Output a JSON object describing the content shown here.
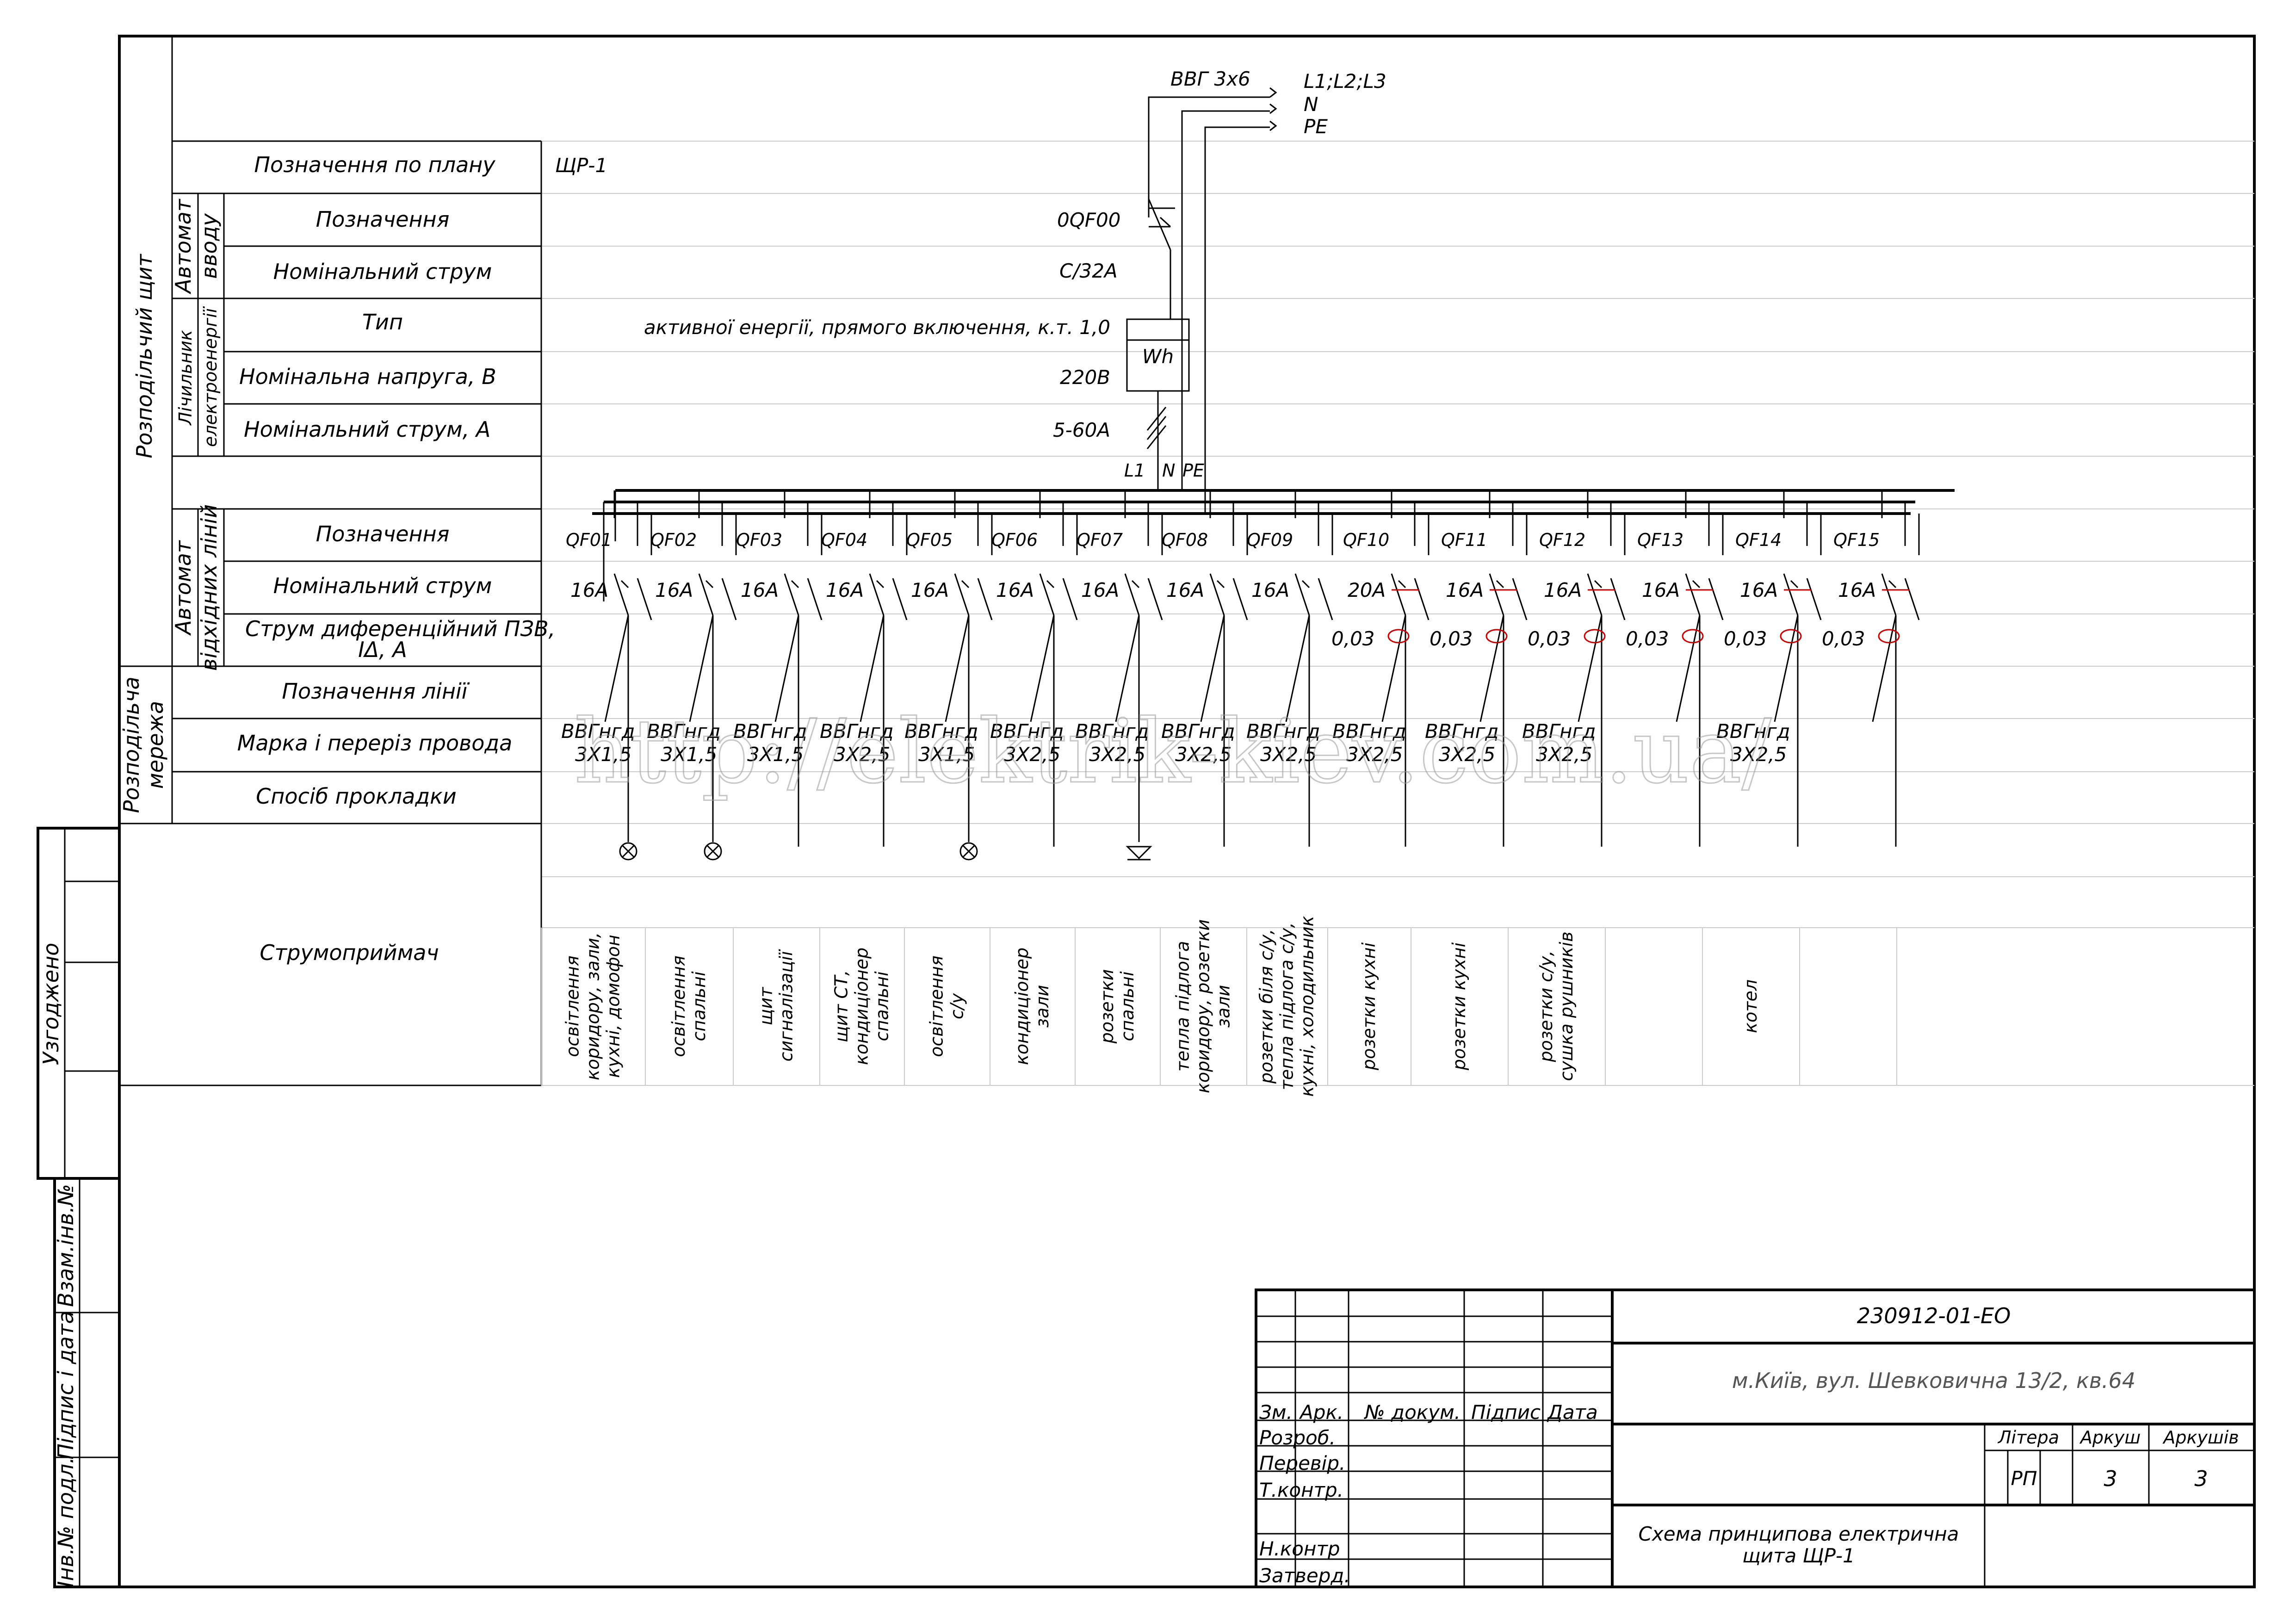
{
  "labels": {
    "plan_designation": "Позначення по плану",
    "designation": "Позначення",
    "rated_current": "Номінальний струм",
    "type": "Тип",
    "rated_voltage": "Номінальна напруга, В",
    "rated_current_a": "Номінальний струм, А",
    "outgoing_designation": "Позначення",
    "outgoing_current": "Номінальний струм",
    "rcd_current_1": "Струм диференційний ПЗВ,",
    "rcd_current_2": "IΔ, А",
    "line_designation": "Позначення лінії",
    "wire_grade": "Марка і переріз провода",
    "laying_method": "Спосіб прокладки",
    "consumer": "Струмоприймач",
    "group_panel": "Розподільчий щит",
    "group_input_1": "Автомат",
    "group_input_2": "вводу",
    "group_meter_1": "Лічильник",
    "group_meter_2": "електроенергії",
    "group_outgoing_1": "Автомат",
    "group_outgoing_2": "відхідних ліній",
    "group_network_1": "Розподільча",
    "group_network_2": "мережа"
  },
  "side_stamp": {
    "agreed": "Узгоджено",
    "inv_vzam": "Взам.інв.№",
    "sign_date": "Підпис і дата",
    "inv_podl": "Інв.№ подл."
  },
  "panel": {
    "name": "ЩР-1",
    "feed_cable": "ВВГ 3х6",
    "feed_phase": "L1;L2;L3",
    "feed_n": "N",
    "feed_pe": "PE",
    "input_breaker": "0QF00",
    "input_rating": "С/32А",
    "meter_type": "активної енергії, прямого включення, к.т. 1,0",
    "meter_symbol": "Wh",
    "meter_voltage": "220В",
    "meter_current": "5-60А",
    "bus_l1": "L1",
    "bus_n": "N",
    "bus_pe": "PE"
  },
  "circuits": [
    {
      "id": "QF01",
      "rating": "16А",
      "rcd": "",
      "cable_1": "ВВГнгд",
      "cable_2": "3Х1,5",
      "load": "lamp",
      "consumer": [
        "освітлення",
        "коридору, зали,",
        "кухні, домофон"
      ]
    },
    {
      "id": "QF02",
      "rating": "16А",
      "rcd": "",
      "cable_1": "ВВГнгд",
      "cable_2": "3Х1,5",
      "load": "lamp",
      "consumer": [
        "освітлення",
        "спальні"
      ]
    },
    {
      "id": "QF03",
      "rating": "16А",
      "rcd": "",
      "cable_1": "ВВГнгд",
      "cable_2": "3Х1,5",
      "load": "",
      "consumer": [
        "щит",
        "сигналізації"
      ]
    },
    {
      "id": "QF04",
      "rating": "16А",
      "rcd": "",
      "cable_1": "ВВГнгд",
      "cable_2": "3Х2,5",
      "load": "",
      "consumer": [
        "щит СТ,",
        "кондиціонер",
        "спальні"
      ]
    },
    {
      "id": "QF05",
      "rating": "16А",
      "rcd": "",
      "cable_1": "ВВГнгд",
      "cable_2": "3Х1,5",
      "load": "lamp",
      "consumer": [
        "освітлення",
        "с/у"
      ]
    },
    {
      "id": "QF06",
      "rating": "16А",
      "rcd": "",
      "cable_1": "ВВГнгд",
      "cable_2": "3Х2,5",
      "load": "",
      "consumer": [
        "кондиціонер",
        "зали"
      ]
    },
    {
      "id": "QF07",
      "rating": "16А",
      "rcd": "",
      "cable_1": "ВВГнгд",
      "cable_2": "3Х2,5",
      "load": "socket",
      "consumer": [
        "розетки",
        "спальні"
      ]
    },
    {
      "id": "QF08",
      "rating": "16А",
      "rcd": "",
      "cable_1": "ВВГнгд",
      "cable_2": "3Х2,5",
      "load": "",
      "consumer": [
        "тепла підлога",
        "коридору, розетки",
        "зали"
      ]
    },
    {
      "id": "QF09",
      "rating": "16А",
      "rcd": "",
      "cable_1": "ВВГнгд",
      "cable_2": "3Х2,5",
      "load": "",
      "consumer": [
        "розетки біля с/у,",
        "тепла підлога с/у,",
        "кухні, холодильник"
      ]
    },
    {
      "id": "QF10",
      "rating": "20А",
      "rcd": "0,03",
      "cable_1": "ВВГнгд",
      "cable_2": "3Х2,5",
      "load": "",
      "consumer": [
        "розетки кухні"
      ]
    },
    {
      "id": "QF11",
      "rating": "16А",
      "rcd": "0,03",
      "cable_1": "ВВГнгд",
      "cable_2": "3Х2,5",
      "load": "",
      "consumer": [
        "розетки кухні"
      ]
    },
    {
      "id": "QF12",
      "rating": "16А",
      "rcd": "0,03",
      "cable_1": "ВВГнгд",
      "cable_2": "3Х2,5",
      "load": "",
      "consumer": [
        "розетки с/у,",
        "сушка рушників"
      ]
    },
    {
      "id": "QF13",
      "rating": "16А",
      "rcd": "0,03",
      "cable_1": "",
      "cable_2": "",
      "load": "",
      "consumer": []
    },
    {
      "id": "QF14",
      "rating": "16А",
      "rcd": "0,03",
      "cable_1": "ВВГнгд",
      "cable_2": "3Х2,5",
      "load": "",
      "consumer": [
        "котел"
      ]
    },
    {
      "id": "QF15",
      "rating": "16А",
      "rcd": "0,03",
      "cable_1": "",
      "cable_2": "",
      "load": "",
      "consumer": []
    }
  ],
  "title_block": {
    "doc_code": "230912-01-ЕО",
    "address": "м.Київ, вул. Шевковична 13/2, кв.64",
    "col_zm": "Зм.",
    "col_ark": "Арк.",
    "col_doc": "№ докум.",
    "col_sign": "Підпис",
    "col_date": "Дата",
    "row_developed": "Розроб.",
    "row_checked": "Перевір.",
    "row_tcontrol": "Т.контр.",
    "row_ncontrol": "Н.контр",
    "row_approved": "Затверд.",
    "letter_hdr": "Літера",
    "sheet_hdr": "Аркуш",
    "sheets_hdr": "Аркушів",
    "letter": "РП",
    "sheet": "3",
    "sheets": "3",
    "title_1": "Схема принципова електрична",
    "title_2": "щита ЩР-1"
  },
  "watermark": "http://elektrik-kiev.com.ua/",
  "colors": {
    "rcd": "#cc0000",
    "line": "#000000",
    "grid": "#cccccc"
  }
}
